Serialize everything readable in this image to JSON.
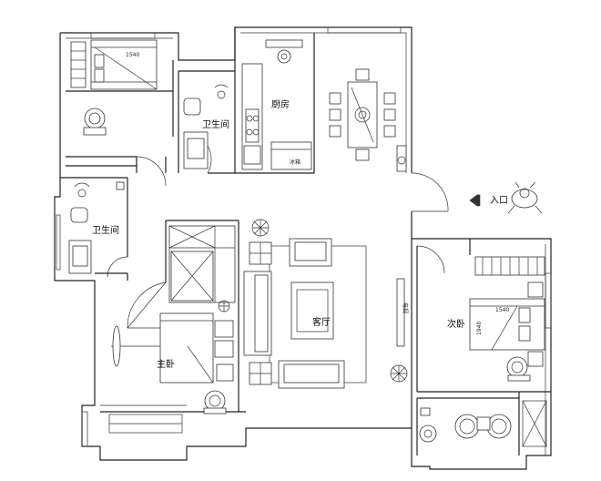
{
  "rooms": {
    "kitchen": "厨房",
    "bath_top": "卫生间",
    "bath_left": "卫生间",
    "living": "客厅",
    "master": "主卧",
    "second": "次卧"
  },
  "labels": {
    "entrance": "入口",
    "fridge": "冰箱",
    "tv": "电视",
    "bed_top": "1540",
    "bed_second_w": "1540",
    "bed_second_h": "1940"
  }
}
